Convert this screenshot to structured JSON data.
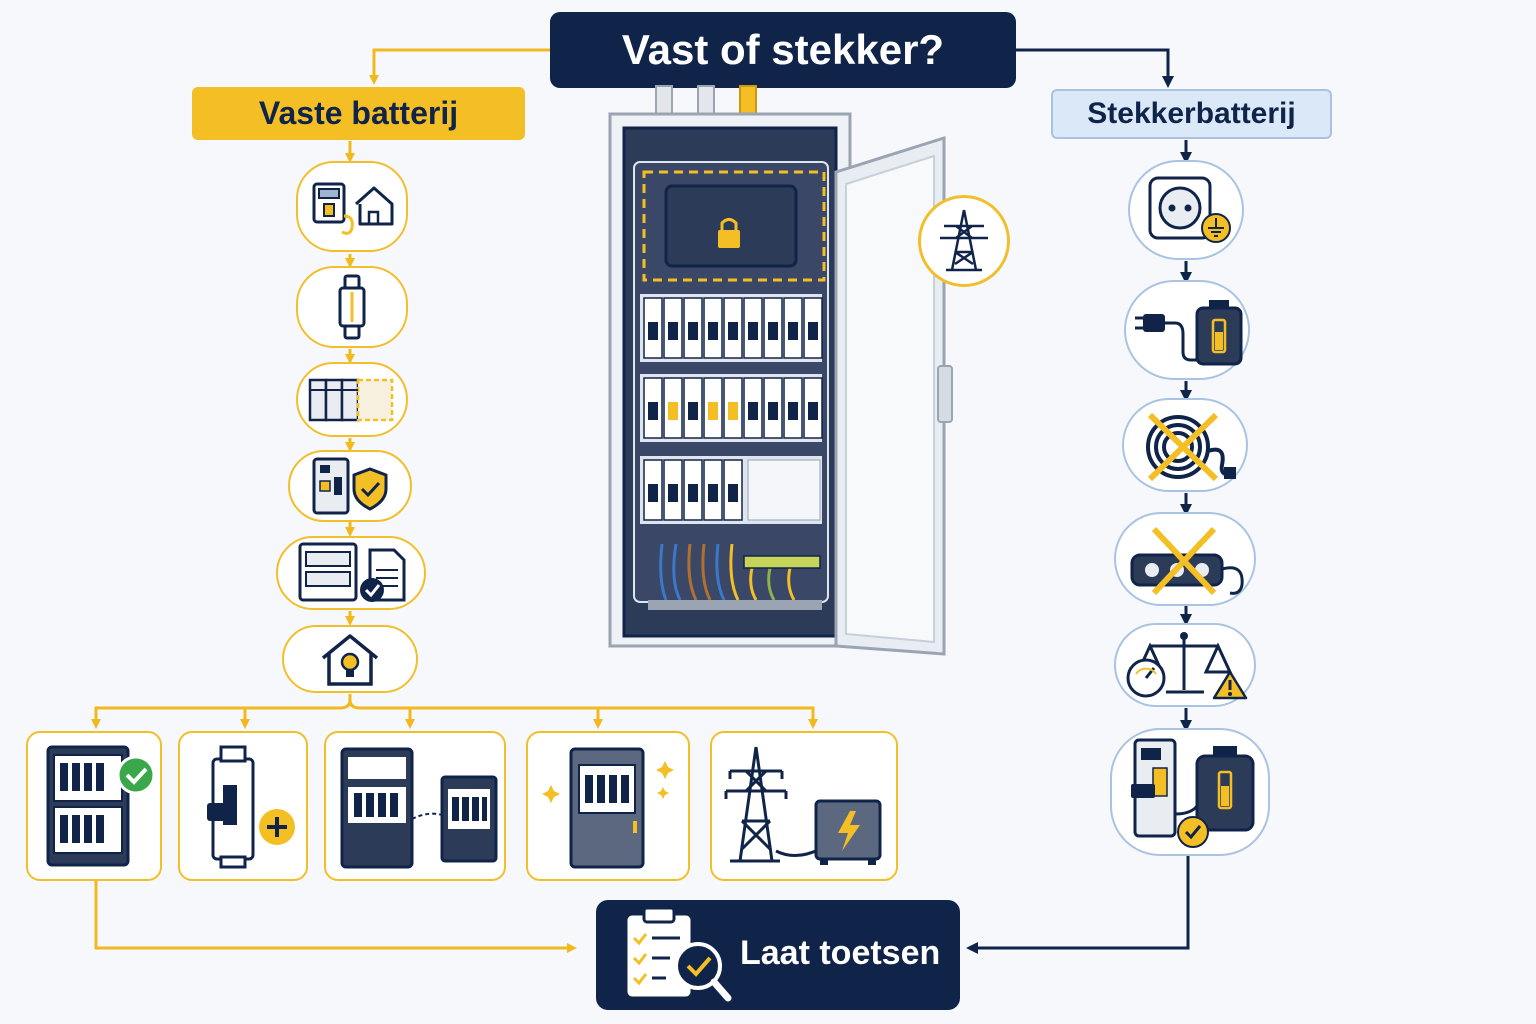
{
  "title": "Vast of stekker?",
  "branches": {
    "fixed": {
      "label": "Vaste batterij",
      "steps": [
        {
          "icon": "meter-house-icon"
        },
        {
          "icon": "fuse-icon"
        },
        {
          "icon": "breaker-rail-space-icon"
        },
        {
          "icon": "rcd-shield-icon"
        },
        {
          "icon": "panel-document-check-icon"
        },
        {
          "icon": "house-bulb-icon"
        }
      ],
      "options": [
        {
          "icon": "panel-check-icon"
        },
        {
          "icon": "breaker-plus-icon"
        },
        {
          "icon": "panel-subpanel-icon"
        },
        {
          "icon": "new-panel-icon"
        },
        {
          "icon": "pylon-inverter-icon"
        }
      ]
    },
    "plug": {
      "label": "Stekkerbatterij",
      "steps": [
        {
          "icon": "grounded-socket-icon"
        },
        {
          "icon": "plug-battery-icon"
        },
        {
          "icon": "no-extension-reel-icon"
        },
        {
          "icon": "no-power-strip-icon"
        },
        {
          "icon": "balance-gauge-warning-icon"
        },
        {
          "icon": "breaker-battery-check-icon"
        }
      ]
    }
  },
  "center": {
    "icon": "distribution-cabinet-icon",
    "callout_icon": "pylon-icon"
  },
  "final": {
    "label": "Laat toetsen",
    "icon": "clipboard-magnifier-icon"
  },
  "colors": {
    "navy": "#10244a",
    "yellow": "#f3bf25",
    "light_blue": "#dbe8f7",
    "green": "#3aa84a",
    "background": "#f6f8fb"
  }
}
